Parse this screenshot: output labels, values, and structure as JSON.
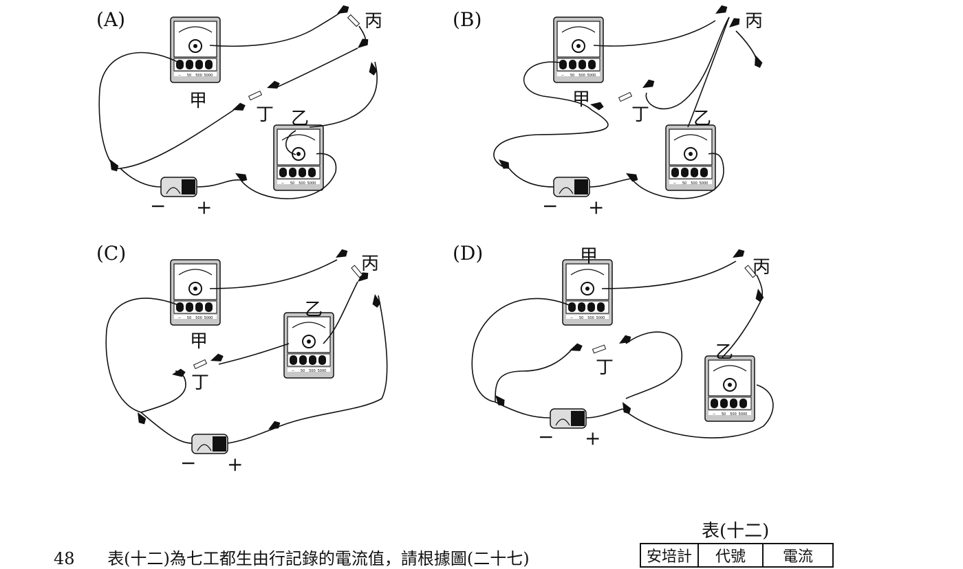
{
  "panels": [
    {
      "label": "(A)",
      "labels": {
        "jia": "甲",
        "yi": "乙",
        "bing": "丙",
        "ding": "丁"
      }
    },
    {
      "label": "(B)",
      "labels": {
        "jia": "甲",
        "yi": "乙",
        "bing": "丙",
        "ding": "丁"
      }
    },
    {
      "label": "(C)",
      "labels": {
        "jia": "甲",
        "yi": "乙",
        "bing": "丙",
        "ding": "丁"
      }
    },
    {
      "label": "(D)",
      "labels": {
        "jia": "甲",
        "yi": "乙",
        "bing": "丙",
        "ding": "丁"
      }
    }
  ],
  "battery": {
    "minus": "−",
    "plus": "+"
  },
  "meter_scale": {
    "terminals": [
      "−",
      "50",
      "500",
      "5000"
    ]
  },
  "table": {
    "caption": "表(十二)",
    "headers": [
      "安培計",
      "代號",
      "電流"
    ]
  },
  "question": {
    "number": "48",
    "text": "表(十二)為七工都生由行記錄的電流值，請根據圖(二十七)"
  }
}
